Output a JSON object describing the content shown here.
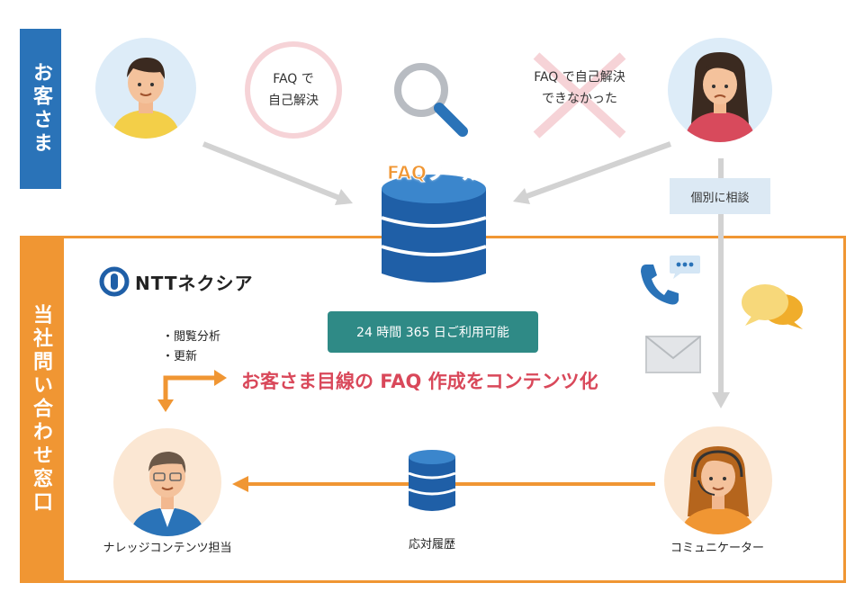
{
  "customers_label": "お客さま",
  "contact_center_label": "当社問い合わせ窓口",
  "faq_self_solved": "FAQ で\n自己解決",
  "faq_not_solved": "FAQ で自己解決\nできなかった",
  "faq_tool_label": "FAQツール",
  "individual_consult": "個別に相談",
  "availability": "24 時間 365 日ご利用可能",
  "company_logo": "NTTネクシア",
  "analysis_items": [
    "・閲覧分析",
    "・更新"
  ],
  "headline": "お客さま目線の FAQ 作成をコンテンツ化",
  "knowledge_staff": "ナレッジコンテンツ担当",
  "response_history": "応対履歴",
  "communicator": "コミュニケーター",
  "colors": {
    "blue": "#2a73b8",
    "orange": "#f09633",
    "red": "#d9485a",
    "teal": "#2f8a86"
  }
}
